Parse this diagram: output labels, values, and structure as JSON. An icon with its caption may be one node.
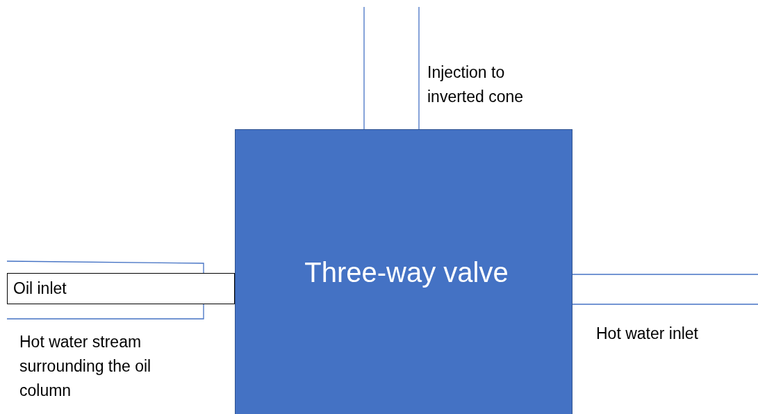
{
  "diagram": {
    "nodes": [
      {
        "text": [
          "Three-way valve"
        ]
      },
      {
        "text": [
          "Oil inlet"
        ]
      }
    ],
    "labels": [
      "Injection to inverted cone",
      "Hot water stream surrounding the oil column",
      "Hot water inlet"
    ]
  }
}
